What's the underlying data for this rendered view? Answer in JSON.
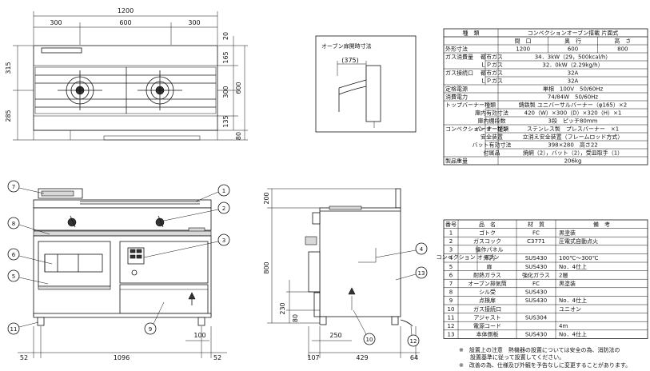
{
  "top_view": {
    "dims_top": [
      "1200",
      "300",
      "600",
      "300"
    ],
    "dims_left": [
      "315",
      "285"
    ],
    "dims_right": [
      "20",
      "165",
      "600",
      "300",
      "135",
      "80"
    ]
  },
  "front_view": {
    "dims_bottom": [
      "52",
      "1096",
      "52"
    ],
    "callouts": [
      "7",
      "1",
      "2",
      "8",
      "3",
      "6",
      "5",
      "9",
      "11"
    ]
  },
  "side_view": {
    "dims_left": [
      "200",
      "800",
      "230",
      "80"
    ],
    "dims_bottom": [
      "100",
      "250",
      "107",
      "429",
      "64"
    ],
    "callouts": [
      "4",
      "13",
      "10",
      "12"
    ]
  },
  "door_inset": {
    "title": "オーブン扉開時寸法",
    "dim": "(375)"
  },
  "spec_table": {
    "header": [
      "種　類",
      "コンベクションオーブン搭載 片面式"
    ],
    "rows": [
      {
        "label": "",
        "sub": "",
        "cols": [
          "間　口",
          "奥　行",
          "高　さ"
        ]
      },
      {
        "label": "外形寸法",
        "sub": "",
        "cols": [
          "1200",
          "600",
          "800"
        ]
      },
      {
        "label": "ガス消費量",
        "sub": "都市ガス",
        "value": "34．3kW（29，500kcal/h）"
      },
      {
        "label": "",
        "sub": "ＬＰガス",
        "value": "32．0kW（2.29kg/h）"
      },
      {
        "label": "ガス接続口",
        "sub": "都市ガス",
        "value": "32A"
      },
      {
        "label": "",
        "sub": "ＬＰガス",
        "value": "32A"
      },
      {
        "label": "定格電源",
        "sub": "",
        "value": "単相　100V　50/60Hz"
      },
      {
        "label": "消費電力",
        "sub": "",
        "value": "74/84W　50/60Hz"
      },
      {
        "label": "トップバーナー種類",
        "sub": "",
        "value": "鋳鉄製 ユニバーサルバーナー（φ165）×2"
      },
      {
        "label": "",
        "sub": "庫内有効寸法",
        "value": "420（W）×300（D）×320（H）×1"
      },
      {
        "label": "",
        "sub": "庫内棚段数",
        "value": "3段　ピッチ80mm"
      },
      {
        "label": "コンベクション オーブン",
        "sub": "バーナー種類",
        "value": "ステンレス製　プレスバーナー　×1"
      },
      {
        "label": "",
        "sub": "安全装置",
        "value": "立消え安全装置（フレームロッド方式）"
      },
      {
        "label": "",
        "sub": "バット有効寸法",
        "value": "398×280　高さ22"
      },
      {
        "label": "",
        "sub": "付属品",
        "value": "焼網（2），バット（2），受皿取手（1）"
      },
      {
        "label": "製品重量",
        "sub": "",
        "value": "206kg"
      }
    ]
  },
  "parts_table": {
    "header": [
      "番号",
      "品　名",
      "材　質",
      "備　考"
    ],
    "rows": [
      [
        "1",
        "ゴトク",
        "FC",
        "黒塗装"
      ],
      [
        "2",
        "ガスコック",
        "C3771",
        "圧電式自動点火"
      ],
      [
        "3",
        "操作パネル",
        "",
        ""
      ],
      [
        "4",
        "庫内",
        "SUS430",
        "100℃～300℃"
      ],
      [
        "5",
        "扉",
        "SUS430",
        "No．4仕上"
      ],
      [
        "6",
        "耐熱ガラス",
        "強化ガラス",
        "2層"
      ],
      [
        "7",
        "オーブン排気筒",
        "FC",
        "黒塗装"
      ],
      [
        "8",
        "シル受",
        "SUS430",
        ""
      ],
      [
        "9",
        "点検扉",
        "SUS430",
        "No．4仕上"
      ],
      [
        "10",
        "ガス接続口",
        "",
        "ユニオン"
      ],
      [
        "11",
        "アジャスト",
        "SUS304",
        ""
      ],
      [
        "12",
        "電源コード",
        "",
        "4m"
      ],
      [
        "13",
        "本体側板",
        "SUS430",
        "No．4仕上"
      ]
    ],
    "oven_group_label": "コンベクション オーブン"
  },
  "notes": [
    "※　設置上の注意　熱機器の設置については安全の為、消防法の",
    "　　設置基準に従って設置してください。",
    "※　改善の為、仕様及び外観を予告なしに変更することがあります。"
  ]
}
